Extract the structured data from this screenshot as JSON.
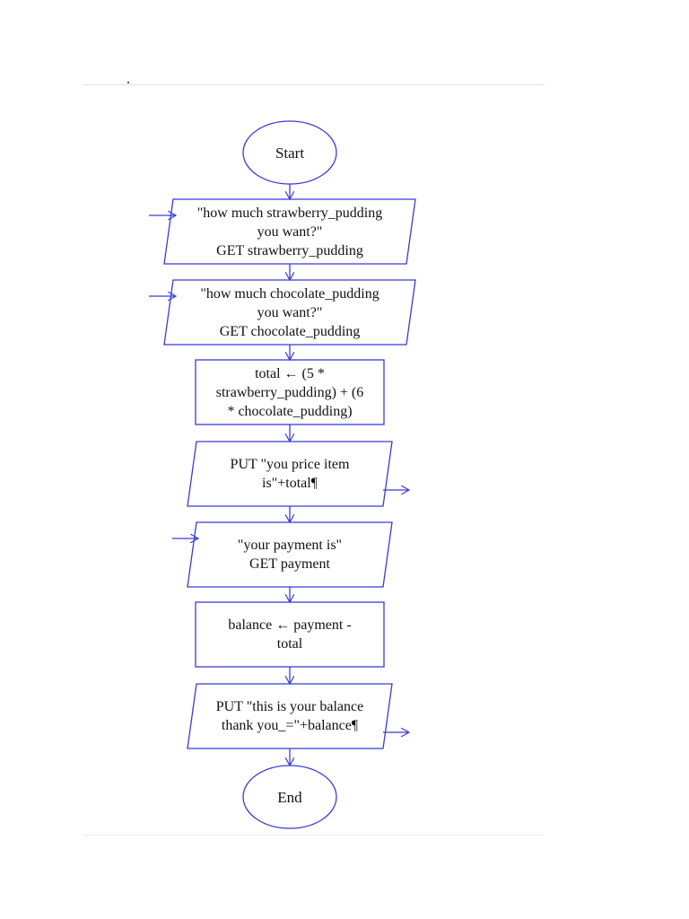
{
  "colors": {
    "stroke": "#3b3bd6",
    "text": "#111111"
  },
  "flowchart": {
    "start": {
      "label": "Start"
    },
    "input_strawberry": {
      "text": "\"how much strawberry_pudding\nyou want?\"\nGET strawberry_pudding"
    },
    "input_chocolate": {
      "text": "\"how much chocolate_pudding\nyou want?\"\nGET chocolate_pudding"
    },
    "process_total": {
      "text": "total ← (5 *\nstrawberry_pudding) + (6\n* chocolate_pudding)"
    },
    "output_price": {
      "text": "PUT \"you price item\nis\"+total¶"
    },
    "input_payment": {
      "text": "\"your payment is\"\nGET payment"
    },
    "process_balance": {
      "text": "balance ← payment -\ntotal"
    },
    "output_balance": {
      "text": "PUT \"this is your balance\nthank you_=\"+balance¶"
    },
    "end": {
      "label": "End"
    }
  }
}
